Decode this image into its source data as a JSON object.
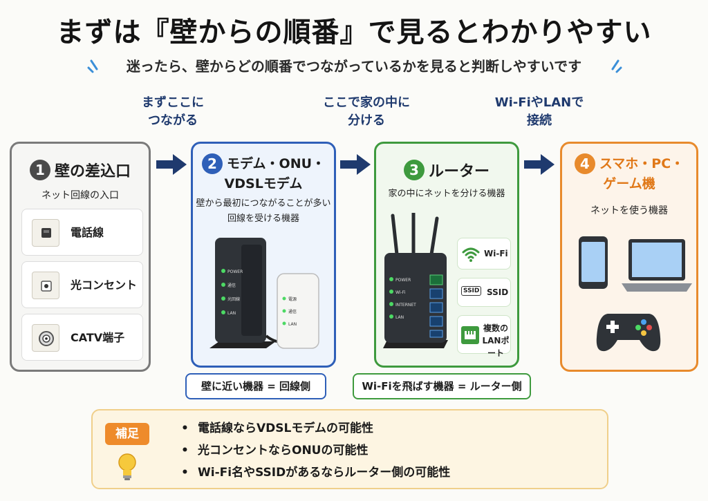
{
  "header": {
    "title": "まずは『壁からの順番』で見るとわかりやすい",
    "subtitle": "迷ったら、壁からどの順番でつながっているかを見ると判断しやすいです"
  },
  "leads": [
    {
      "line1": "まずここに",
      "line2": "つながる"
    },
    {
      "line1": "ここで家の中に",
      "line2": "分ける"
    },
    {
      "line1": "Wi-FiやLANで",
      "line2": "接続"
    }
  ],
  "steps": [
    {
      "number": "1",
      "title": "壁の差込口",
      "desc": "ネット回線の入口",
      "ports": [
        "電話線",
        "光コンセント",
        "CATV端子"
      ]
    },
    {
      "number": "2",
      "title_line1": "モデム・ONU・",
      "title_line2": "VDSLモデム",
      "desc_line1": "壁から最初につながることが多い",
      "desc_line2": "回線を受ける機器",
      "device_big_leds": [
        "POWER",
        "通信",
        "光回線",
        "LAN"
      ],
      "device_small_leds": [
        "電源",
        "通信",
        "LAN"
      ],
      "tag": "壁に近い機器 = 回線側"
    },
    {
      "number": "3",
      "title": "ルーター",
      "desc": "家の中にネットを分ける機器",
      "device_leds": [
        "POWER",
        "Wi-Fi",
        "INTERNET",
        "LAN"
      ],
      "features": {
        "wifi": "Wi-Fi",
        "ssid_icon": "SSID",
        "ssid": "SSID",
        "lan_line1": "複数の",
        "lan_line2": "LANポート"
      },
      "tag": "Wi-Fiを飛ばす機器 = ルーター側"
    },
    {
      "number": "4",
      "title_line1": "スマホ・PC・",
      "title_line2": "ゲーム機",
      "desc": "ネットを使う機器"
    }
  ],
  "note": {
    "badge": "補足",
    "items": [
      "電話線ならVDSLモデムの可能性",
      "光コンセントならONUの可能性",
      "Wi-Fi名やSSIDがあるならルーター側の可能性"
    ]
  },
  "colors": {
    "step1": "#7a7a7a",
    "step2": "#2e5fb8",
    "step3": "#3e9a3e",
    "step4": "#e88a2c",
    "arrow": "#1f3a6e"
  }
}
